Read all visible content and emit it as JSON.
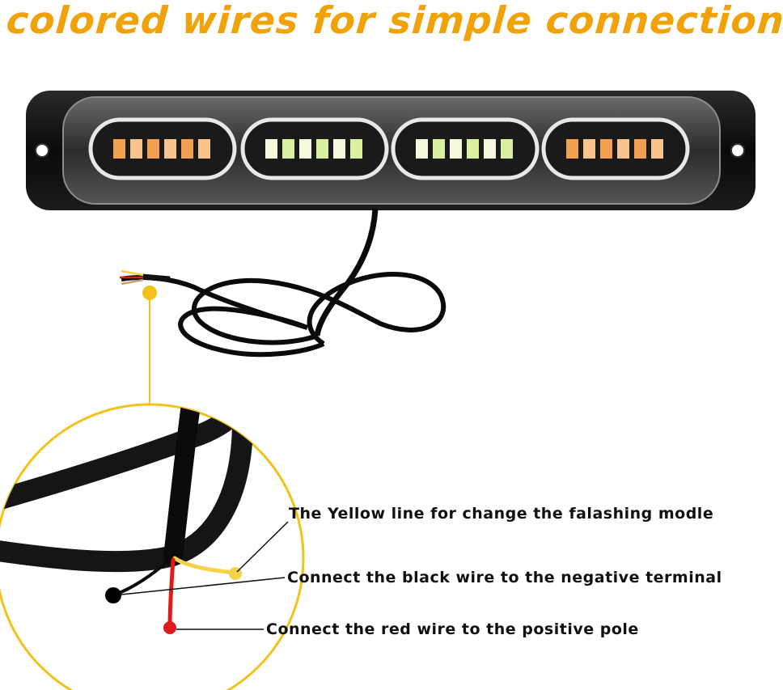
{
  "title": "colored wires for simple connection",
  "labels": {
    "yellow": "The Yellow line for change the falashing modle",
    "black": "Connect the black wire to the negative terminal",
    "red": "Connect the red wire to the positive pole"
  },
  "colors": {
    "title": "#f0a20a",
    "yellow_wire": "#f4d24a",
    "black_wire": "#000000",
    "red_wire": "#e01a1a",
    "amber_led": "#f0a050",
    "white_led": "#f4f8dc",
    "callout_ring": "#f2c21c"
  }
}
